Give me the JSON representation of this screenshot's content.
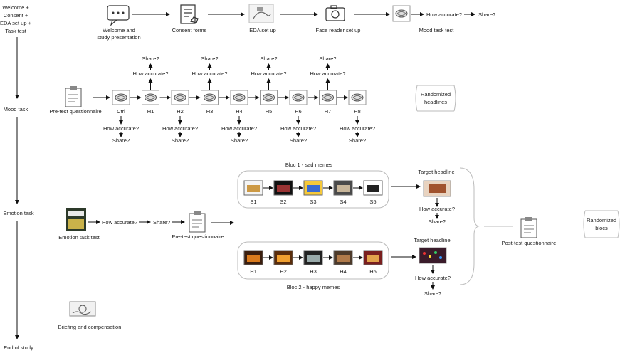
{
  "timeline": {
    "start_lines": [
      "Welcome +",
      "Consent +",
      "EDA set up +",
      "Task test"
    ],
    "mood_task": "Mood task",
    "emotion_task": "Emotion task",
    "end": "End of study"
  },
  "setup": {
    "welcome_lines": [
      "Welcome and",
      "study presentation"
    ],
    "consent": "Consent forms",
    "eda": "EDA set up",
    "face_reader": "Face reader set up",
    "mood_test": "Mood task test",
    "how_accurate": "How accurate?",
    "share": "Share?"
  },
  "mood": {
    "pretest": "Pre-test questionnaire",
    "randomized_lines": [
      "Randomized",
      "headlines"
    ],
    "items": [
      "Ctrl",
      "H1",
      "H2",
      "H3",
      "H4",
      "H5",
      "H6",
      "H7",
      "H8"
    ],
    "how_accurate": "How accurate?",
    "share": "Share?"
  },
  "emotion": {
    "test": "Emotion task test",
    "how_accurate": "How accurate?",
    "share": "Share?",
    "pretest": "Pre-test questionnaire",
    "bloc1_title": "Bloc 1 - sad memes",
    "bloc1_items": [
      "S1",
      "S2",
      "S3",
      "S4",
      "S5"
    ],
    "bloc2_title": "Bloc 2 - happy memes",
    "bloc2_items": [
      "H1",
      "H2",
      "H3",
      "H4",
      "H5"
    ],
    "target_headline": "Target headline",
    "post_test": "Post-test questionnaire",
    "randomized_lines": [
      "Randomized",
      "blocs"
    ]
  },
  "briefing": "Briefing and compensation"
}
